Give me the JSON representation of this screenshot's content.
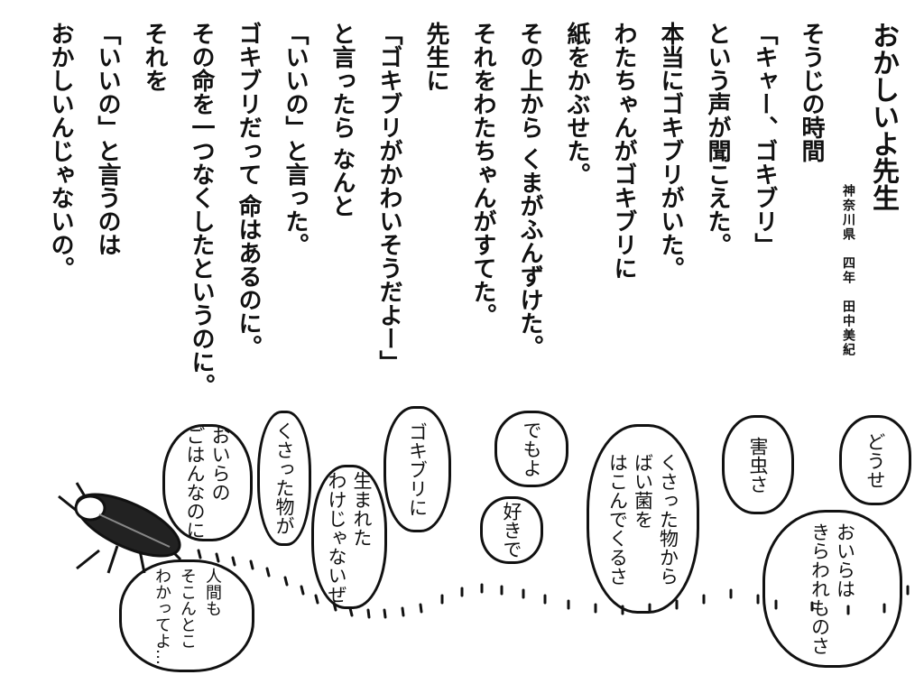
{
  "poem": {
    "title": "おかしいよ先生",
    "author": "神奈川県　四年　田中美紀",
    "lines": [
      "そうじの時間",
      "「キャー、ゴキブリ」",
      "という声が聞こえた。",
      "本当にゴキブリがいた。",
      "わたちゃんがゴキブリに",
      "紙をかぶせた。",
      "その上から くまがふんずけた。",
      "それをわたちゃんがすてた。",
      "先生に",
      "「ゴキブリがかわいそうだよー」",
      "と言ったら なんと",
      "「いいの」と言った。",
      "ゴキブリだって 命はあるのに。",
      "その命を一つなくしたというのに。",
      "それを",
      "「いいの」と言うのは",
      "おかしいんじゃないの。"
    ]
  },
  "bubbles": [
    {
      "text": "どうせ"
    },
    {
      "text": "害虫さ"
    },
    {
      "text": "おいらは\nきらわれものさ"
    },
    {
      "text": "くさった物から\nばい菌を\nはこんでくるさ"
    },
    {
      "text": "でもよ"
    },
    {
      "text": "好きで"
    },
    {
      "text": "ゴキブリに"
    },
    {
      "text": "生まれた\nわけじゃないぜ"
    },
    {
      "text": "くさった物が"
    },
    {
      "text": "おいらの\nごはんなのに"
    },
    {
      "text": "人間も\nそこんとこ\nわかってよ…"
    }
  ]
}
